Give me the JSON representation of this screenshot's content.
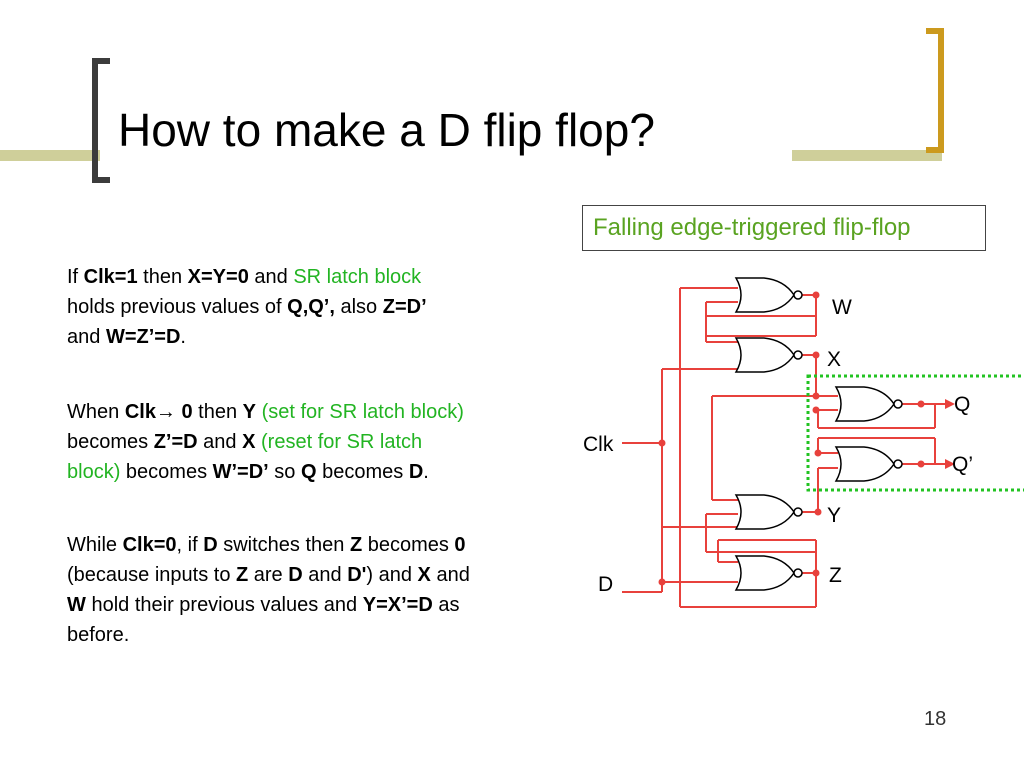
{
  "slide": {
    "title": "How to make a D flip flop?",
    "callout": "Falling edge-triggered flip-flop",
    "slide_number": "18"
  },
  "para1": {
    "t1": "If ",
    "t2": "Clk=1",
    "t3": " then ",
    "t4": "X=Y=0",
    "t5": " and ",
    "t6": "SR latch block",
    "t7": "holds previous values of ",
    "t8": "Q,Q’,",
    "t9": " also ",
    "t10": "Z=D’",
    "t11": "and ",
    "t12": "W=Z’=D",
    "t13": "."
  },
  "para2": {
    "t1": "When ",
    "t2": "Clk→ 0",
    "t3": "  then ",
    "t4": "Y",
    "t5": " (set for SR latch block)",
    "t6": "becomes ",
    "t7": "Z’=D",
    "t8": " and ",
    "t9": "X",
    "t10": " (reset for SR latch",
    "t11": "block)",
    "t12": " becomes ",
    "t13": "W’=D’",
    "t14": " so ",
    "t15": "Q",
    "t16": " becomes ",
    "t17": "D",
    "t18": "."
  },
  "para3": {
    "t1": "While ",
    "t2": "Clk=0",
    "t3": ", if ",
    "t4": "D",
    "t5": " switches then ",
    "t6": "Z",
    "t7": " becomes ",
    "t8": "0",
    "t9": "(because inputs to ",
    "t10": "Z",
    "t11": " are ",
    "t12": "D",
    "t13": " and ",
    "t14": "D'",
    "t15": ") and ",
    "t16": "X",
    "t17": " and",
    "t18": "W",
    "t19": " hold their previous values and ",
    "t20": "Y=X’=D",
    "t21": " as",
    "t22": "before."
  },
  "circuit": {
    "labels": {
      "W": "W",
      "X": "X",
      "Q": "Q",
      "Qbar": "Q’",
      "Clk": "Clk",
      "Y": "Y",
      "Z": "Z",
      "D": "D"
    },
    "wire_color": "#e8413c",
    "highlight_color": "#22c322"
  }
}
